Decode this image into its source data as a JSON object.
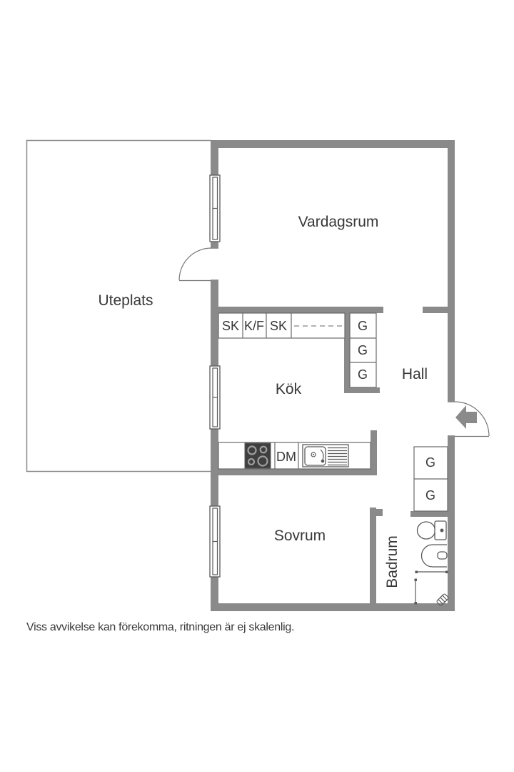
{
  "floorplan": {
    "rooms": {
      "vardagsrum": "Vardagsrum",
      "uteplats": "Uteplats",
      "kok": "Kök",
      "hall": "Hall",
      "sovrum": "Sovrum",
      "badrum": "Badrum"
    },
    "cabinets": {
      "sk": "SK",
      "kf": "K/F",
      "dm": "DM",
      "g": "G"
    },
    "disclaimer": "Viss avvikelse kan förekomma, ritningen är ej skalenlig.",
    "colors": {
      "wall": "#8a8a8a",
      "fixture_line": "#5a5a5a",
      "text": "#383838",
      "stove": "#3f3f3f",
      "background": "#ffffff"
    }
  }
}
